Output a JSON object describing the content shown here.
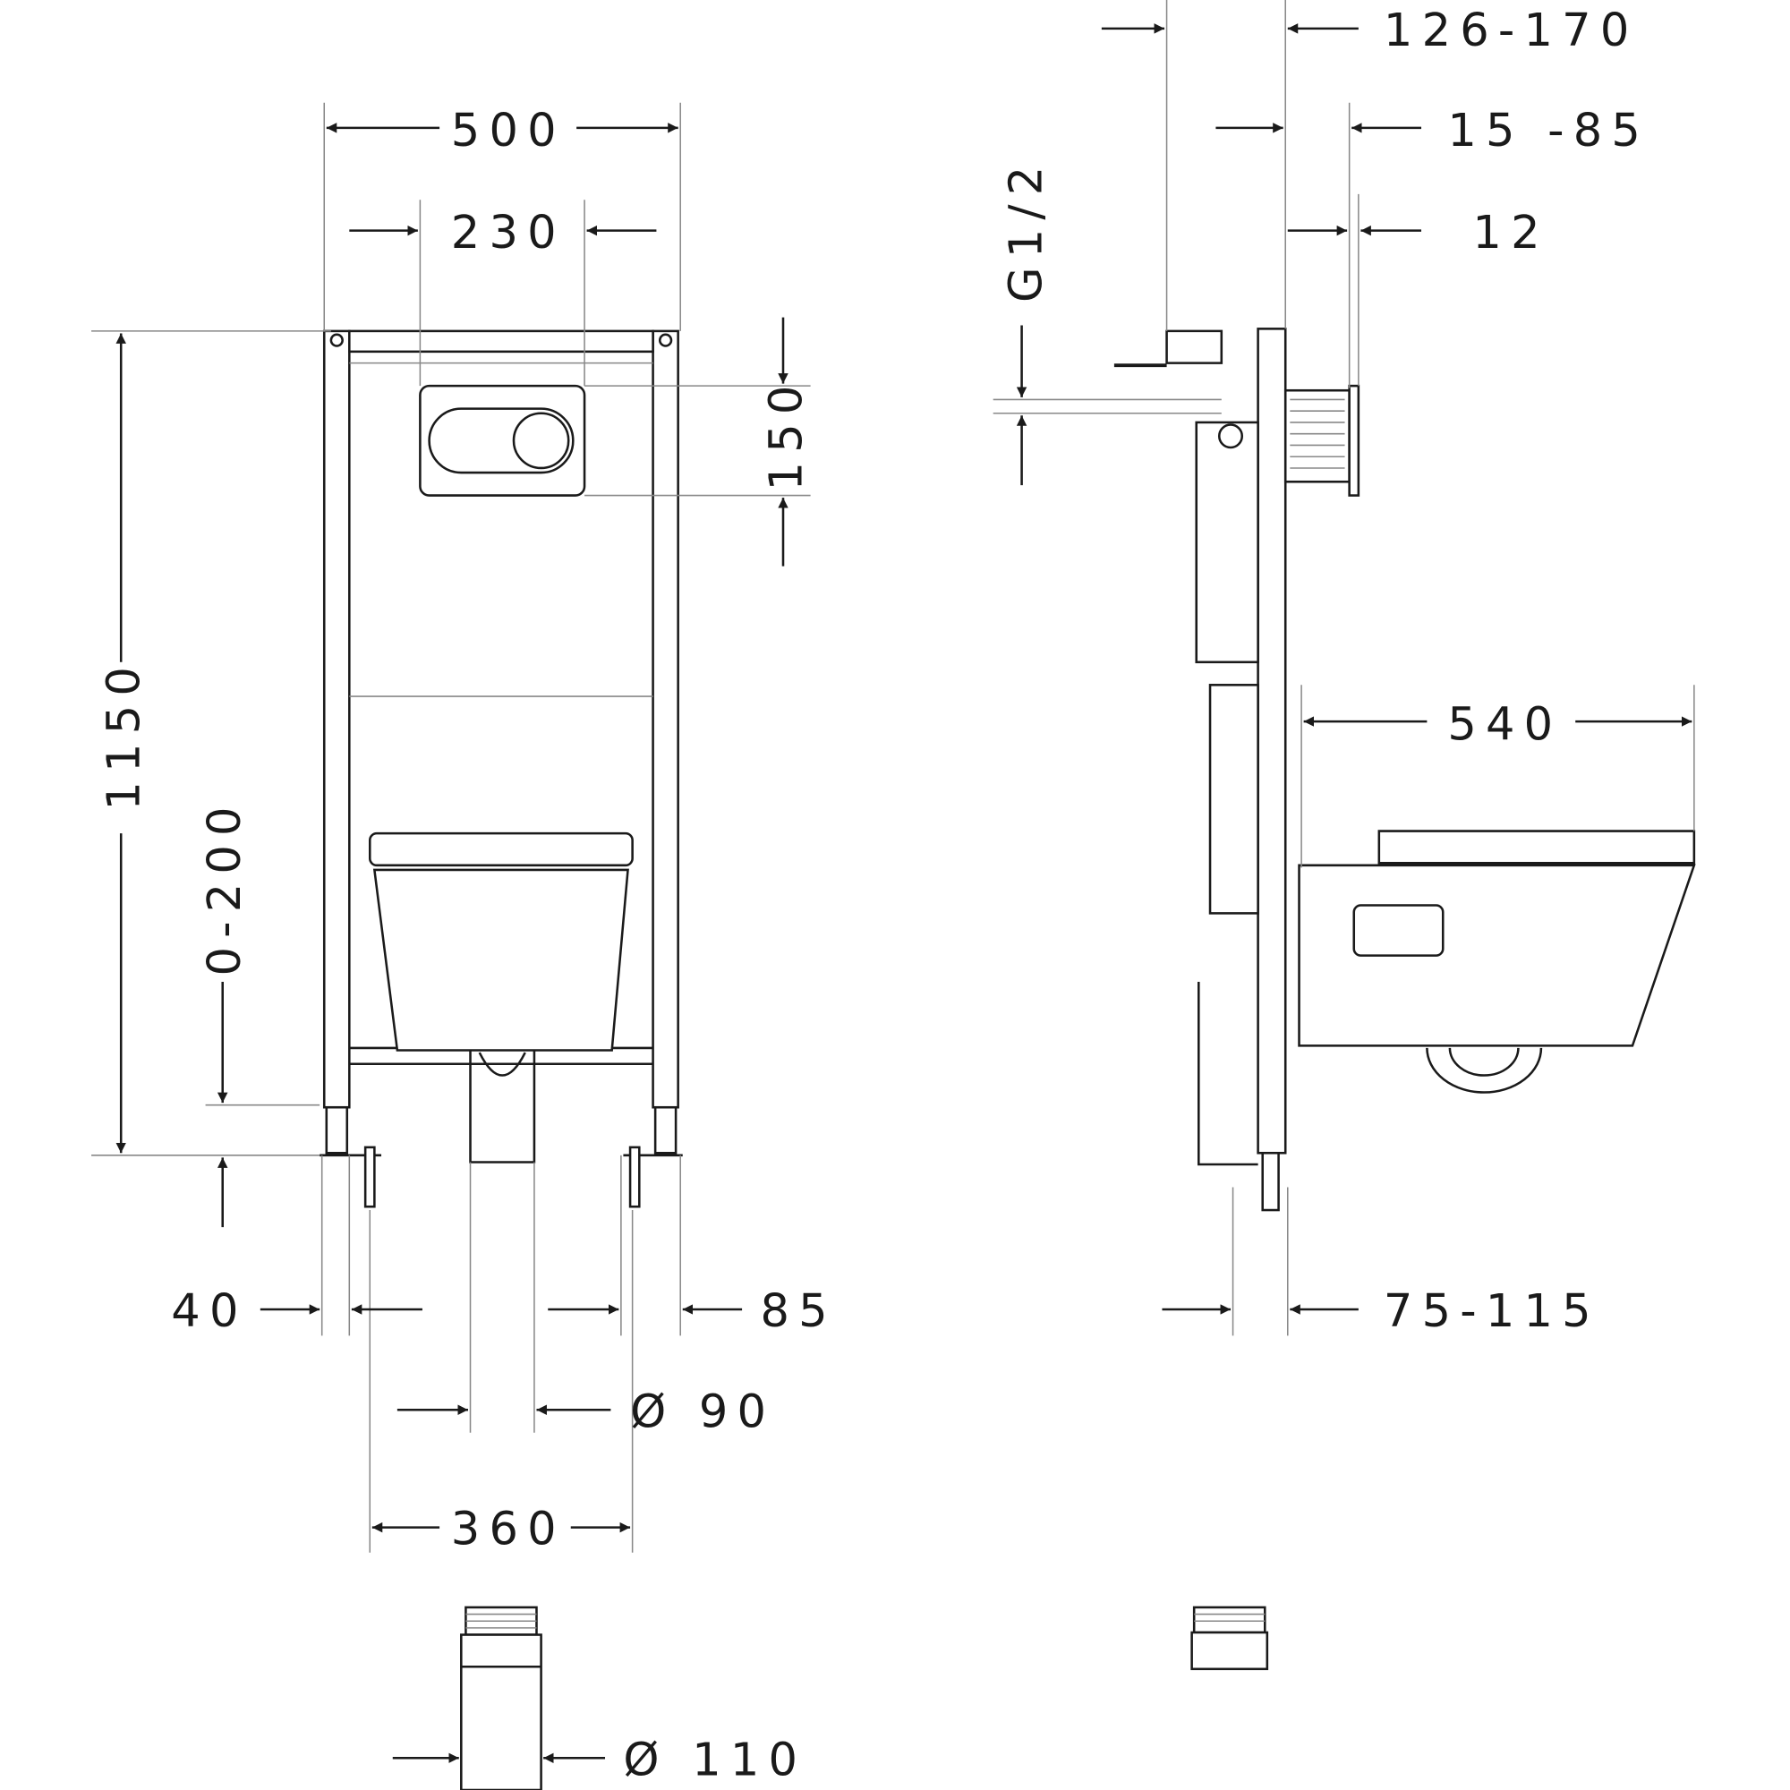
{
  "front_view": {
    "dimensions": {
      "width_total": "500",
      "plate_width": "230",
      "plate_height": "150",
      "height_total": "1150",
      "height_adjust": "0-200",
      "foot_left": "40",
      "foot_right": "85",
      "outlet_diameter": "Ø 90",
      "bolt_spacing": "360",
      "adapter_diameter": "Ø 110"
    }
  },
  "side_view": {
    "dimensions": {
      "wall_depth": "126-170",
      "plate_offset": "15 -85",
      "plate_thickness": "12",
      "water_connection": "G1/2",
      "bowl_projection": "540",
      "foot_depth": "75-115"
    }
  }
}
